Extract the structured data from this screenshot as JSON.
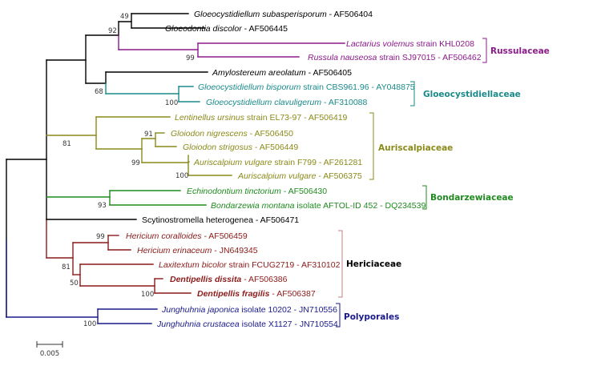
{
  "figure": {
    "type": "phylogenetic-tree",
    "scale_bar": {
      "label": "0.005"
    }
  },
  "colors": {
    "default": "#000000",
    "russulaceae": "#8b1a8b",
    "gloeocystidiellaceae": "#1a8a8a",
    "auriscalpiaceae": "#8a8a1a",
    "bondarzewiaceae": "#1f8a1f",
    "hericiaceae_branch": "#8b1a1a",
    "hericiaceae_bracket": "#c08080",
    "polyporales": "#1a1a8b"
  },
  "taxa": [
    {
      "id": "t1",
      "italic": "Gloeocystidiellum subasperisporum",
      "rest": " - AF506404",
      "group": "default",
      "bold": false
    },
    {
      "id": "t2",
      "italic": "Gloeodontia discolor",
      "rest": " - AF506445",
      "group": "default",
      "bold": false
    },
    {
      "id": "t3",
      "italic": "Lactarius volemus",
      "rest": " strain KHL0208",
      "group": "russulaceae",
      "bold": false
    },
    {
      "id": "t4",
      "italic": "Russula nauseosa",
      "rest": " strain SJ97015 - AF506462",
      "group": "russulaceae",
      "bold": false
    },
    {
      "id": "t5",
      "italic": "Amylostereum areolatum",
      "rest": " - AF506405",
      "group": "default",
      "bold": false
    },
    {
      "id": "t6",
      "italic": "Gloeocystidiellum bisporum",
      "rest": " strain CBS961.96 - AY048875",
      "group": "gloeocystidiellaceae",
      "bold": false
    },
    {
      "id": "t7",
      "italic": "Gloeocystidiellum clavuligerum",
      "rest": " - AF310088",
      "group": "gloeocystidiellaceae",
      "bold": false
    },
    {
      "id": "t8",
      "italic": "Lentinellus ursinus",
      "rest": " strain EL73-97 - AF506419",
      "group": "auriscalpiaceae",
      "bold": false
    },
    {
      "id": "t9",
      "italic": "Gloiodon nigrescens",
      "rest": " - AF506450",
      "group": "auriscalpiaceae",
      "bold": false
    },
    {
      "id": "t10",
      "italic": "Gloiodon strigosus",
      "rest": " - AF506449",
      "group": "auriscalpiaceae",
      "bold": false
    },
    {
      "id": "t11",
      "italic": "Auriscalpium vulgare",
      "rest": " strain F799 - AF261281",
      "group": "auriscalpiaceae",
      "bold": false
    },
    {
      "id": "t12",
      "italic": "Auriscalpium vulgare",
      "rest": " - AF506375",
      "group": "auriscalpiaceae",
      "bold": false
    },
    {
      "id": "t13",
      "italic": "Echinodontium tinctorium",
      "rest": " - AF506430",
      "group": "bondarzewiaceae",
      "bold": false
    },
    {
      "id": "t14",
      "italic": "Bondarzewia montana",
      "rest": " isolate AFTOL-ID 452 - DQ234539",
      "group": "bondarzewiaceae",
      "bold": false
    },
    {
      "id": "t15",
      "italic": "",
      "rest": "Scytinostromella heterogenea - AF506471",
      "group": "default",
      "bold": false
    },
    {
      "id": "t16",
      "italic": "Hericium coralloides",
      "rest": " - AF506459",
      "group": "hericiaceae_branch",
      "bold": false
    },
    {
      "id": "t17",
      "italic": "Hericium erinaceum",
      "rest": " - JN649345",
      "group": "hericiaceae_branch",
      "bold": false
    },
    {
      "id": "t18",
      "italic": "Laxitextum bicolor",
      "rest": " strain FCUG2719 - AF310102",
      "group": "hericiaceae_branch",
      "bold": false
    },
    {
      "id": "t19",
      "italic": "Dentipellis dissita",
      "rest": " - AF506386",
      "group": "hericiaceae_branch",
      "bold": true
    },
    {
      "id": "t20",
      "italic": "Dentipellis fragilis",
      "rest": " - AF506387",
      "group": "hericiaceae_branch",
      "bold": true
    },
    {
      "id": "t21",
      "italic": "Junghuhnia japonica",
      "rest": " isolate 10202 - JN710556",
      "group": "polyporales",
      "bold": false
    },
    {
      "id": "t22",
      "italic": "Junghuhnia crustacea",
      "rest": " isolate X1127 - JN710554",
      "group": "polyporales",
      "bold": false
    }
  ],
  "bootstrap": [
    "49",
    "92",
    "99",
    "68",
    "100",
    "81",
    "91",
    "99",
    "100",
    "93",
    "99",
    "81",
    "50",
    "100",
    "100"
  ],
  "clades": [
    {
      "name": "Russulaceae",
      "group": "russulaceae"
    },
    {
      "name": "Gloeocystidiellaceae",
      "group": "gloeocystidiellaceae"
    },
    {
      "name": "Auriscalpiaceae",
      "group": "auriscalpiaceae"
    },
    {
      "name": "Bondarzewiaceae",
      "group": "bondarzewiaceae"
    },
    {
      "name": "Hericiaceae",
      "group": "default"
    },
    {
      "name": "Polyporales",
      "group": "polyporales"
    }
  ]
}
